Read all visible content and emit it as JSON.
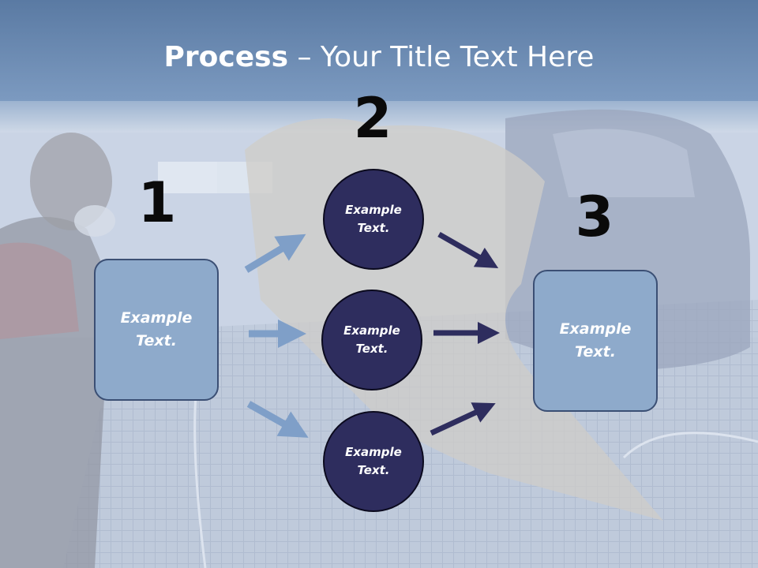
{
  "title": {
    "bold": "Process",
    "rest": " – Your Title Text Here"
  },
  "steps": {
    "one": "1",
    "two": "2",
    "three": "3"
  },
  "left_box": {
    "line1": "Example",
    "line2": "Text."
  },
  "right_box": {
    "line1": "Example",
    "line2": "Text."
  },
  "circles": [
    {
      "line1": "Example",
      "line2": "Text."
    },
    {
      "line1": "Example",
      "line2": "Text."
    },
    {
      "line1": "Example",
      "line2": "Text."
    }
  ],
  "colors": {
    "box_fill": "#8eaacb",
    "circle_fill": "#2e2d5e",
    "light_arrow": "#7f9fc8",
    "dark_arrow": "#2e2d5e",
    "header": "#6e8cb2"
  }
}
